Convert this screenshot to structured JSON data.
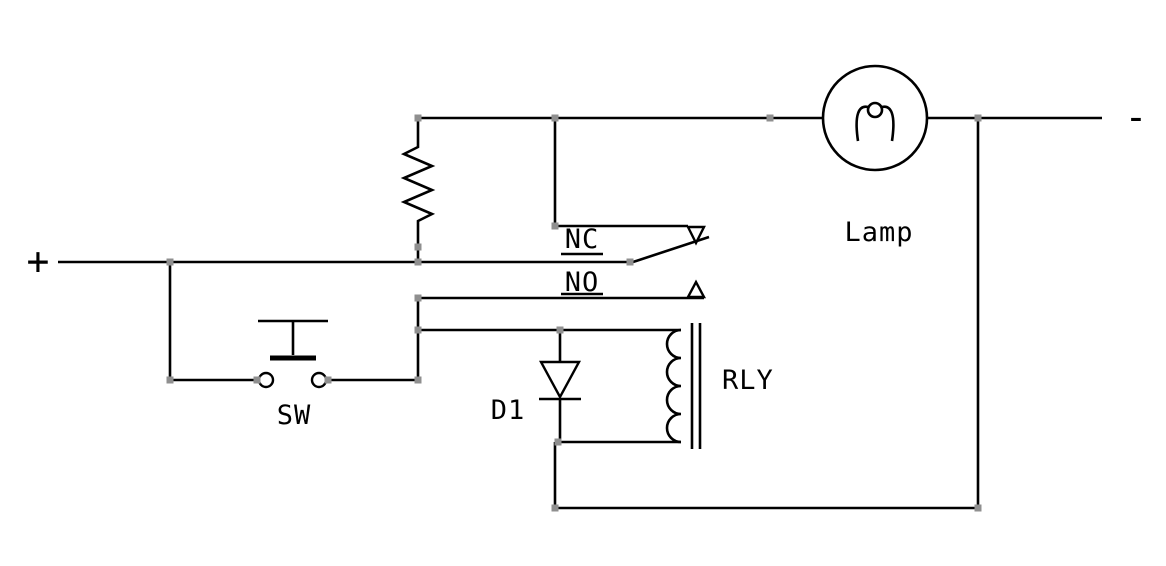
{
  "diagram": {
    "type": "relay-latch-lamp-circuit-schematic",
    "colors": {
      "line": "#000000",
      "background": "#ffffff",
      "junction": "#8f8f8f"
    },
    "labels": {
      "plus": "+",
      "minus": "-",
      "nc": "NC",
      "no": "NO",
      "sw": "SW",
      "d1": "D1",
      "rly": "RLY",
      "lamp": "Lamp"
    }
  }
}
